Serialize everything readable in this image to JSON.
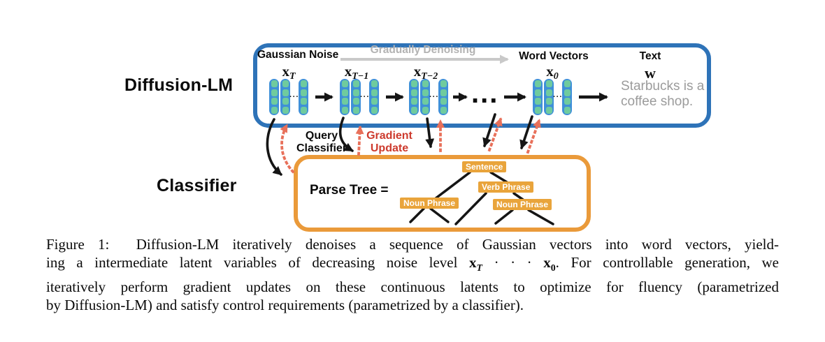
{
  "diagram": {
    "diffusion_label": "Diffusion-LM",
    "classifier_label": "Classifier",
    "diffusion_box": {
      "gaussian_noise": "Gaussian Noise",
      "denoising": "Gradually Denoising",
      "word_vectors": "Word Vectors",
      "text_header": "Text",
      "w_symbol": "w",
      "latents": [
        {
          "base": "x",
          "sub": "T"
        },
        {
          "base": "x",
          "sub": "T−1"
        },
        {
          "base": "x",
          "sub": "T−2"
        },
        {
          "base": "x",
          "sub": "0"
        }
      ],
      "ellipsis": "...",
      "inner_dots": "···",
      "sample_text": {
        "line1": "Starbucks is a",
        "line2": "coffee shop."
      }
    },
    "annotations": {
      "query_line1": "Query",
      "query_line2": "Classifier",
      "gradient_line1": "Gradient",
      "gradient_line2": "Update"
    },
    "classifier_box": {
      "parse_tree_label": "Parse Tree =",
      "nodes": {
        "root": "Sentence",
        "verb_phrase": "Verb Phrase",
        "noun_phrase_left": "Noun Phrase",
        "noun_phrase_right": "Noun Phrase"
      }
    },
    "colors": {
      "diffusion_border": "#2e73b8",
      "classifier_border": "#ea9a3a",
      "node_badge": "#e9a43b",
      "pill_blue": "#3f90d8",
      "segment_green": "#6fcb9e",
      "gradient_text_red": "#cd3a2d",
      "arrow_salmon": "#e8705a",
      "muted_gray": "#9b9b9b",
      "denoise_gray": "#b3b3b3"
    }
  },
  "caption": {
    "line1": "Figure 1:  Diffusion-LM iteratively denoises a sequence of Gaussian vectors into word vectors, yield-",
    "line2": {
      "pre": "ing a intermediate latent variables of decreasing noise level ",
      "x1_base": "x",
      "x1_sub": "T",
      "cdots": " · · · ",
      "x2_base": "x",
      "x2_sub": "0",
      "post": ". For controllable generation, we"
    },
    "line3": "iteratively perform gradient updates on these continuous latents to optimize for fluency (parametrized",
    "line4": "by Diffusion-LM) and satisfy control requirements (parametrized by a classifier)."
  }
}
